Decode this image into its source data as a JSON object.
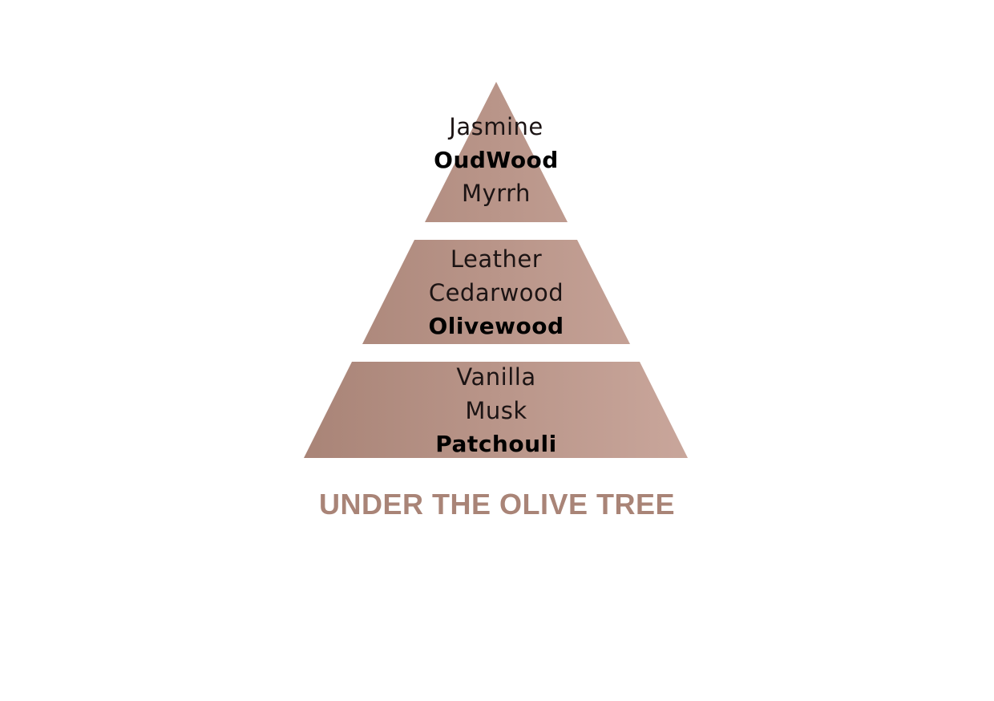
{
  "pyramid": {
    "top": [
      "Jasmine",
      "OudWood",
      "Myrrh"
    ],
    "middle": [
      "Leather",
      "Cedarwood",
      "Olivewood"
    ],
    "base": [
      "Vanilla",
      "Musk",
      "Patchouli"
    ]
  },
  "title": "UNDER THE OLIVE TREE",
  "colors": {
    "gradient_start": "#a98477",
    "gradient_end": "#c9a69b",
    "title": "#a98477"
  }
}
